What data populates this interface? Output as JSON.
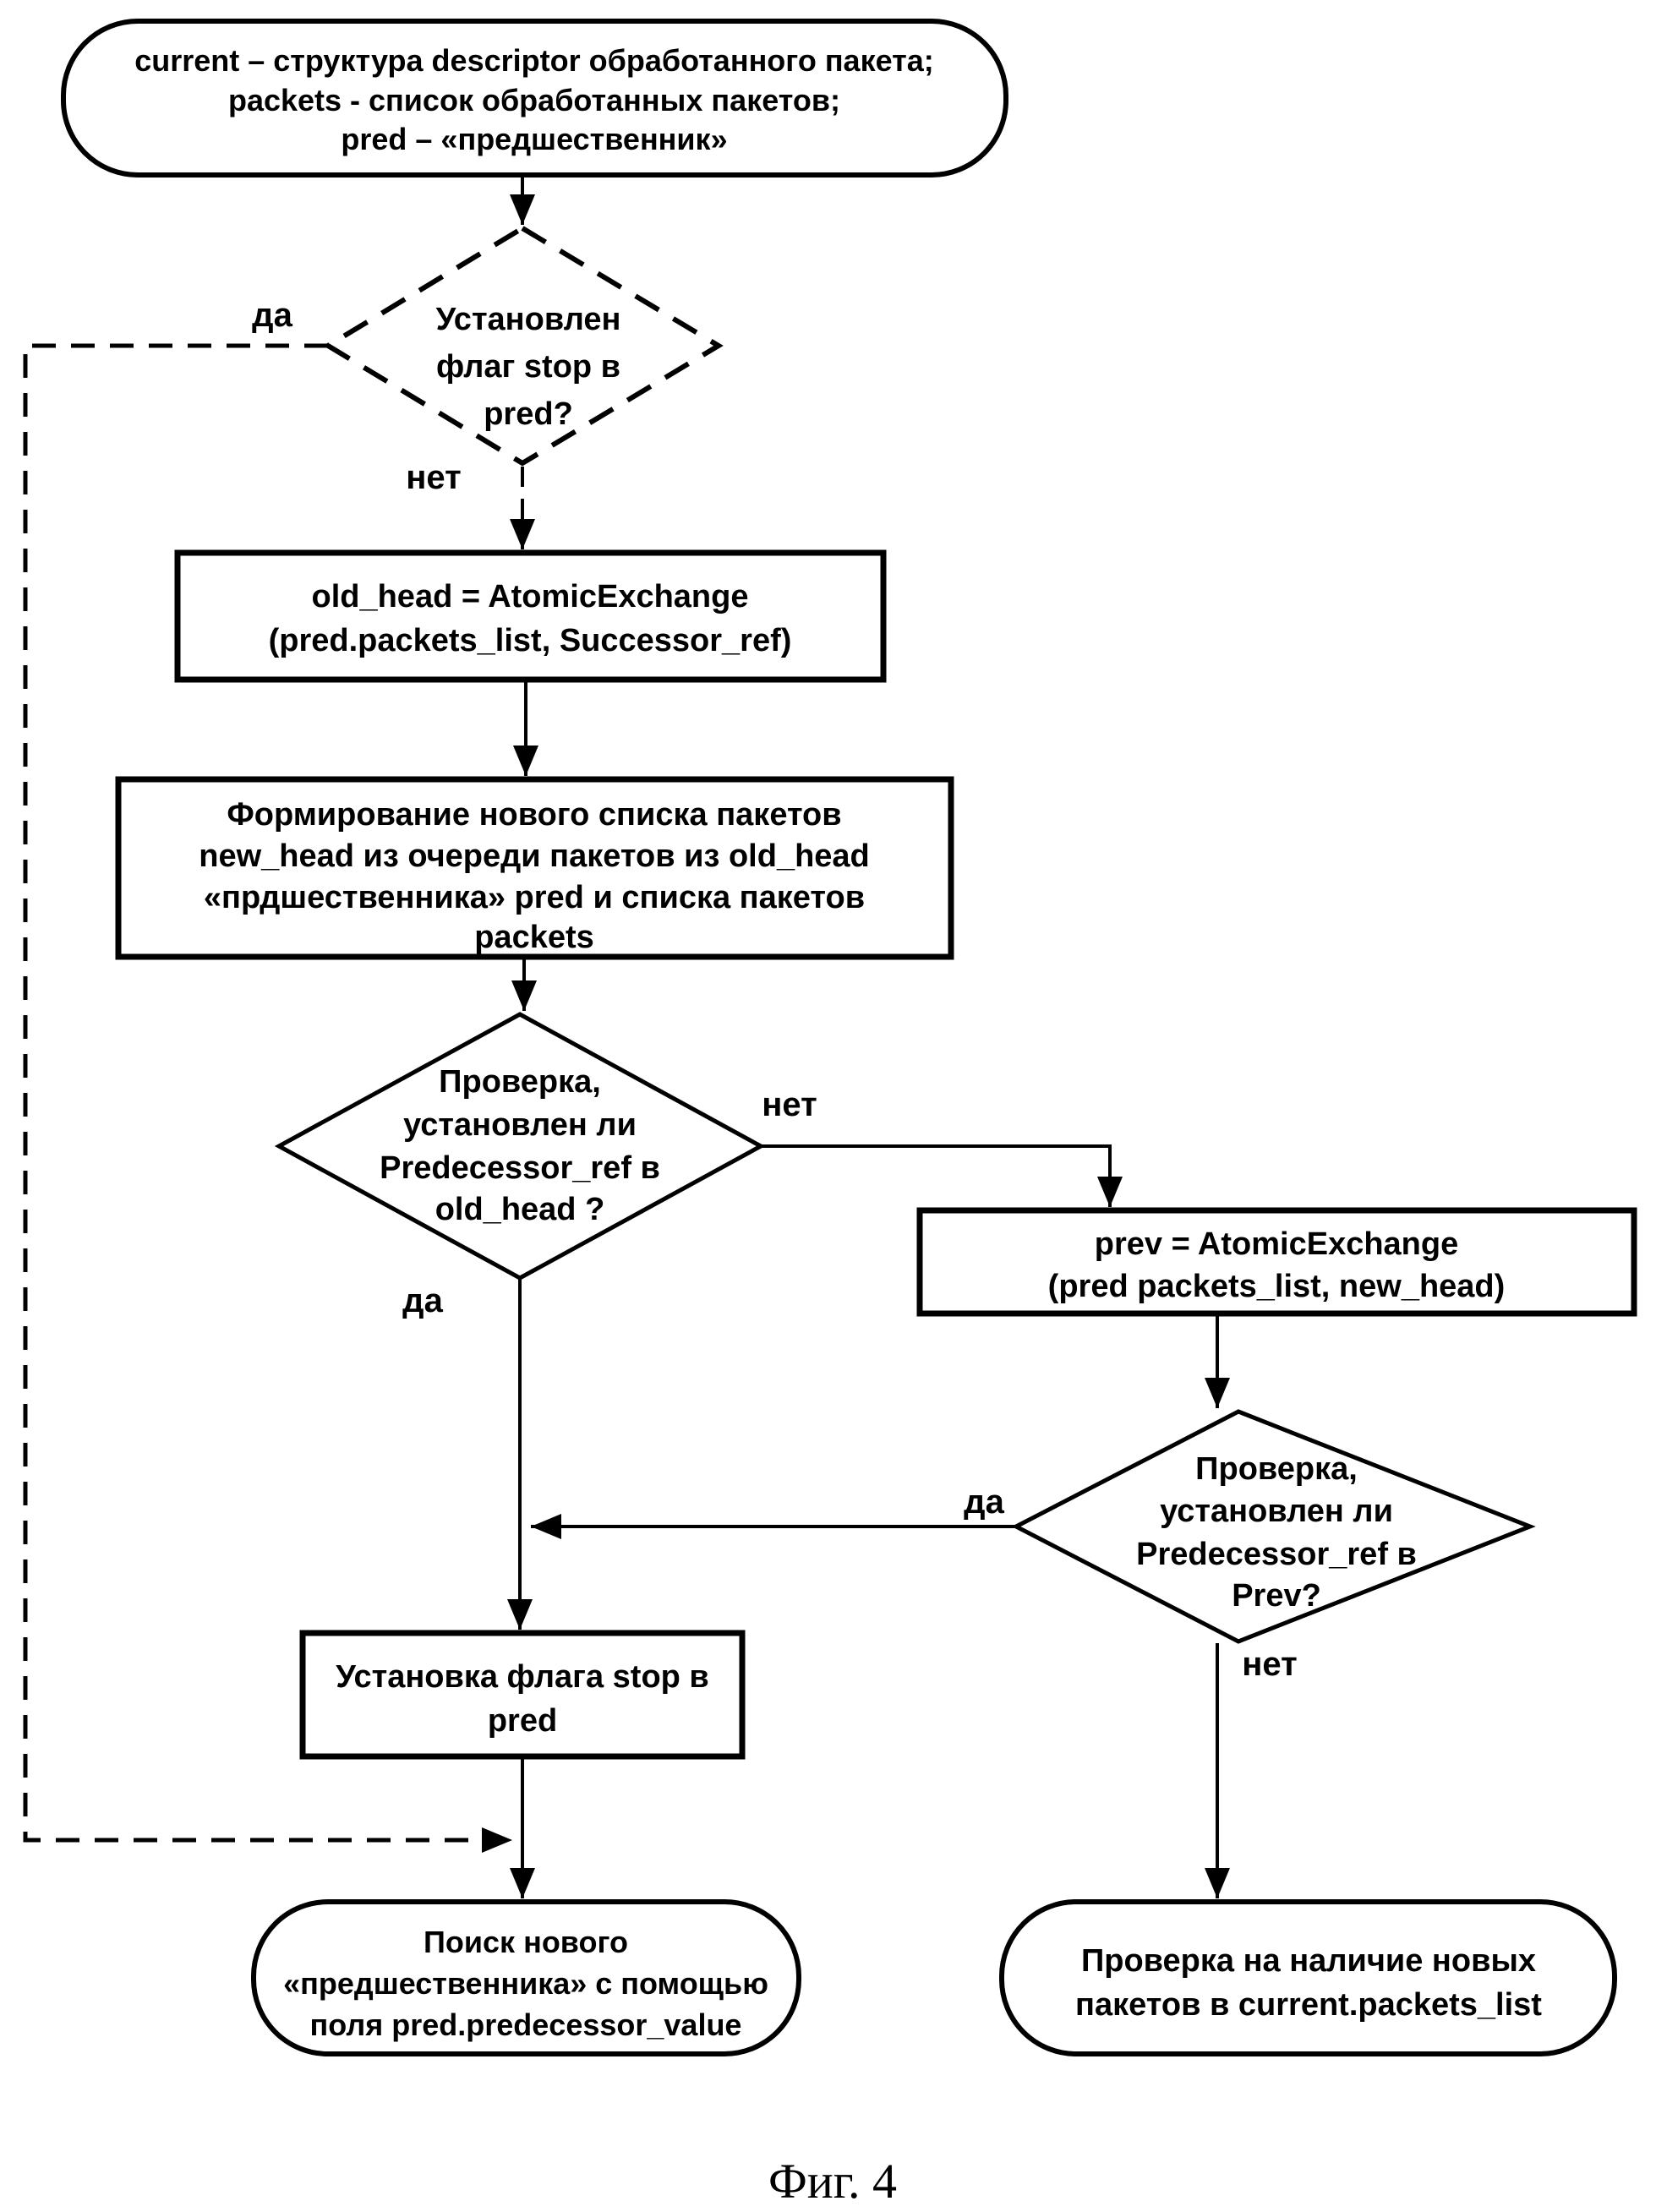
{
  "figure": {
    "caption": "Фиг. 4"
  },
  "labels": {
    "yes": "да",
    "no": "нет"
  },
  "nodes": {
    "start": {
      "type": "terminator",
      "lines": [
        "current – структура descriptor обработанного пакета;",
        "packets - список обработанных пакетов;",
        "pred – «предшественник»"
      ]
    },
    "check_stop_pred": {
      "type": "decision",
      "lines": [
        "Установлен",
        "флаг stop в",
        "pred?"
      ]
    },
    "atomic_exchange_old_head": {
      "type": "process",
      "lines": [
        "old_head = AtomicExchange",
        "(pred.packets_list, Successor_ref)"
      ]
    },
    "form_new_list": {
      "type": "process",
      "lines": [
        "Формирование нового списка пакетов",
        "new_head из очереди пакетов из old_head",
        "«прдшественника» pred и списка пакетов",
        "packets"
      ]
    },
    "check_predecessor_old_head": {
      "type": "decision",
      "lines": [
        "Проверка,",
        "установлен ли",
        "Predecessor_ref в",
        "old_head ?"
      ]
    },
    "atomic_exchange_prev": {
      "type": "process",
      "lines": [
        "prev = AtomicExchange",
        "(pred packets_list, new_head)"
      ]
    },
    "check_predecessor_prev": {
      "type": "decision",
      "lines": [
        "Проверка,",
        "установлен ли",
        "Predecessor_ref в",
        "Prev?"
      ]
    },
    "set_stop_flag": {
      "type": "process",
      "lines": [
        "Установка флага stop в",
        "pred"
      ]
    },
    "search_new_predecessor": {
      "type": "terminator",
      "lines": [
        "Поиск нового",
        "«предшественника» с помощью",
        "поля pred.predecessor_value"
      ]
    },
    "check_new_packets": {
      "type": "terminator",
      "lines": [
        "Проверка на наличие новых",
        "пакетов в current.packets_list"
      ]
    }
  }
}
